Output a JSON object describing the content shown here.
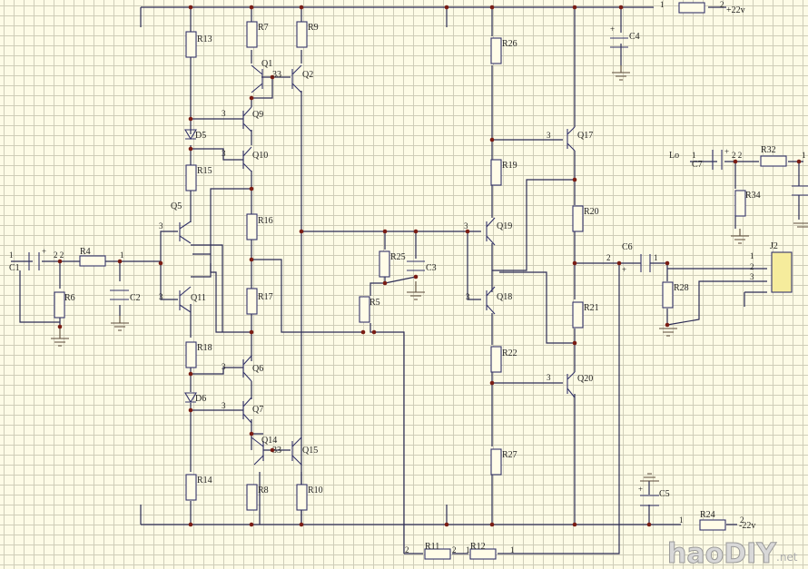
{
  "title": "Audio power amplifier schematic",
  "rails": {
    "positive": "+22v",
    "negative": "-22v"
  },
  "inputs": {
    "low": "Lo"
  },
  "connector": {
    "ref": "J2",
    "pins": [
      "1",
      "2",
      "3"
    ]
  },
  "components": {
    "resistors": [
      "R4",
      "R5",
      "R6",
      "R7",
      "R8",
      "R9",
      "R10",
      "R11",
      "R12",
      "R13",
      "R14",
      "R15",
      "R16",
      "R17",
      "R18",
      "R19",
      "R20",
      "R21",
      "R22",
      "R24",
      "R25",
      "R26",
      "R27",
      "R28",
      "R32",
      "R34"
    ],
    "capacitors": [
      "C1",
      "C2",
      "C3",
      "C4",
      "C5",
      "C6",
      "C7"
    ],
    "diodes": [
      "D5",
      "D6"
    ],
    "transistors": [
      "Q1",
      "Q2",
      "Q5",
      "Q6",
      "Q7",
      "Q9",
      "Q10",
      "Q11",
      "Q14",
      "Q15",
      "Q17",
      "Q18",
      "Q19",
      "Q20"
    ]
  },
  "labels": {
    "R4": "R4",
    "R5": "R5",
    "R6": "R6",
    "R7": "R7",
    "R8": "R8",
    "R9": "R9",
    "R10": "R10",
    "R11": "R11",
    "R12": "R12",
    "R13": "R13",
    "R14": "R14",
    "R15": "R15",
    "R16": "R16",
    "R17": "R17",
    "R18": "R18",
    "R19": "R19",
    "R20": "R20",
    "R21": "R21",
    "R22": "R22",
    "R24": "R24",
    "R25": "R25",
    "R26": "R26",
    "R27": "R27",
    "R28": "R28",
    "R32": "R32",
    "R34": "R34",
    "C1": "C1",
    "C2": "C2",
    "C3": "C3",
    "C4": "C4",
    "C5": "C5",
    "C6": "C6",
    "C7": "C7",
    "D5": "D5",
    "D6": "D6",
    "Q1": "Q1",
    "Q2": "Q2",
    "Q5": "Q5",
    "Q6": "Q6",
    "Q7": "Q7",
    "Q9": "Q9",
    "Q10": "Q10",
    "Q11": "Q11",
    "Q14": "Q14",
    "Q15": "Q15",
    "Q17": "Q17",
    "Q18": "Q18",
    "Q19": "Q19",
    "Q20": "Q20",
    "J2": "J2",
    "Lo": "Lo",
    "plus22": "+22v",
    "minus22": "-22v",
    "plus": "+",
    "one": "1",
    "two": "2",
    "three": "3",
    "twotwo": "2 2",
    "threethree": "33",
    "oneone": "11"
  },
  "watermark": {
    "text": "haoDIY",
    "suffix": ".net"
  }
}
